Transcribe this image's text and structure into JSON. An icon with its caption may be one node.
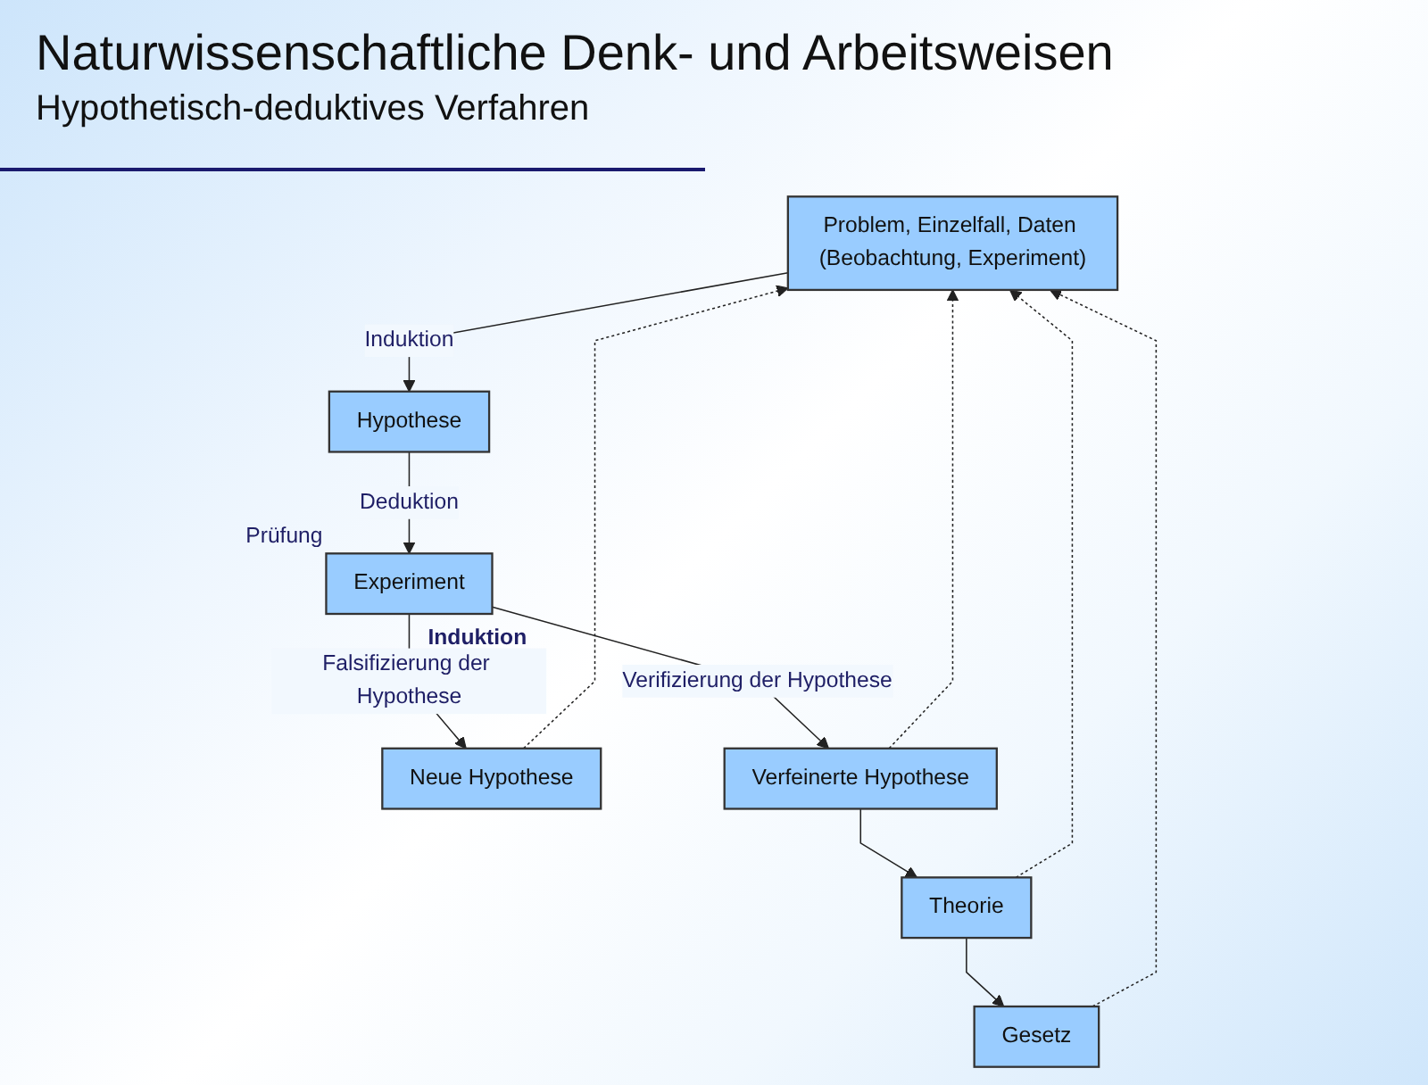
{
  "diagram": {
    "title": "Naturwissenschaftliche Denk- und Arbeitsweisen",
    "nodes": [
      {
        "text": [
          "Problem, Einzelfall, Daten (Beobachtung, Experiment)"
        ]
      },
      {
        "text": [
          "Hypothese"
        ]
      },
      {
        "text": [
          "Experiment"
        ],
        "beside": [
          "Prüfung"
        ]
      },
      {
        "text": [
          "Neue Hypothese"
        ]
      },
      {
        "text": [
          "Verfeinerte Hypothese"
        ]
      },
      {
        "text": [
          "Theorie"
        ]
      },
      {
        "text": [
          "Gesetz"
        ]
      }
    ],
    "edges": [
      {
        "from": 0,
        "to": 1,
        "arrow": "to",
        "label": "Induktion"
      },
      {
        "from": 1,
        "to": 2,
        "arrow": "to",
        "label": "Deduktion"
      },
      {
        "from": 2,
        "to": 3,
        "arrow": "to",
        "label": "Falsifizierung der Hypothese"
      },
      {
        "from": 2,
        "to": 4,
        "arrow": "to",
        "label": "Verifizierung der Hypothese"
      },
      {
        "from": 4,
        "to": 5,
        "arrow": "to"
      },
      {
        "from": 5,
        "to": 6,
        "arrow": "to"
      },
      {
        "from": 3,
        "to": 0,
        "arrow": "to",
        "style": "dashed"
      },
      {
        "from": 4,
        "to": 0,
        "arrow": "to",
        "style": "dashed"
      },
      {
        "from": 5,
        "to": 0,
        "arrow": "to",
        "style": "dashed"
      },
      {
        "from": 6,
        "to": 0,
        "arrow": "to",
        "style": "dashed"
      }
    ],
    "labels": [
      "Hypothetisch-deduktives Verfahren",
      "Induktion"
    ]
  }
}
